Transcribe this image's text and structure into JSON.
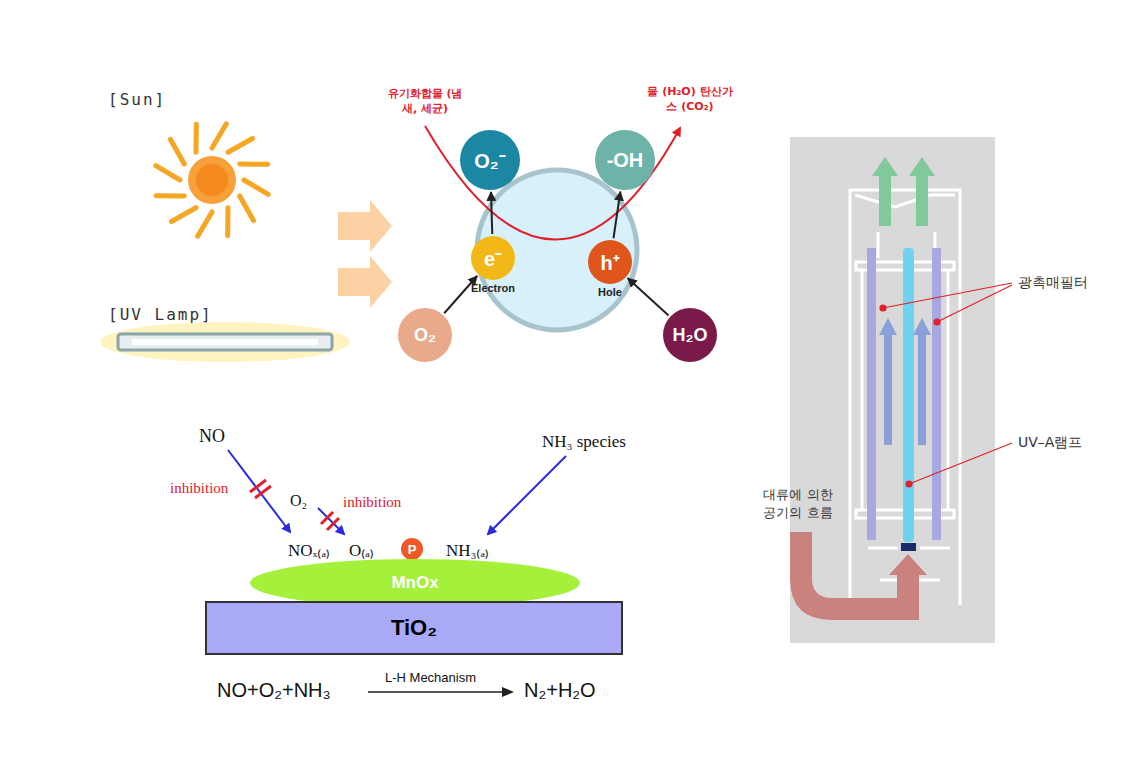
{
  "diagram": {
    "nodes": [
      {
        "text": [
          "O₂⁻"
        ]
      },
      {
        "text": [
          "-OH"
        ]
      },
      {
        "text": [
          "e⁻",
          "Electron"
        ]
      },
      {
        "text": [
          "h⁺",
          "Hole"
        ]
      },
      {
        "text": [
          "O₂"
        ]
      },
      {
        "text": [
          "H₂O"
        ]
      },
      {
        "text": [
          "P"
        ]
      },
      {
        "text": [
          "MnOx"
        ]
      },
      {
        "text": [
          "TiO₂"
        ]
      }
    ],
    "edges": [
      {
        "from": 4,
        "to": 2,
        "arrow": "to"
      },
      {
        "from": 2,
        "to": 0,
        "arrow": "to"
      },
      {
        "from": 5,
        "to": 3,
        "arrow": "to"
      },
      {
        "from": 3,
        "to": 1,
        "arrow": "to"
      }
    ],
    "labels": [
      "[Sun]",
      "[UV Lamp]",
      "유기화합물 (냄새, 세균)",
      "물 (H₂O) 탄산가스 (CO₂)",
      "NO",
      "inhibition",
      "O₂",
      "inhibition",
      "NH₃ species",
      "NOₓ₍ₐ₎",
      "O₍ₐ₎",
      "NH₃₍ₐ₎",
      "NO+O₂+NH₃",
      "L-H Mechanism",
      "N₂+H₂O",
      "광촉매필터",
      "UV–A램프",
      "대류에 의한 공기의 흐름"
    ]
  }
}
